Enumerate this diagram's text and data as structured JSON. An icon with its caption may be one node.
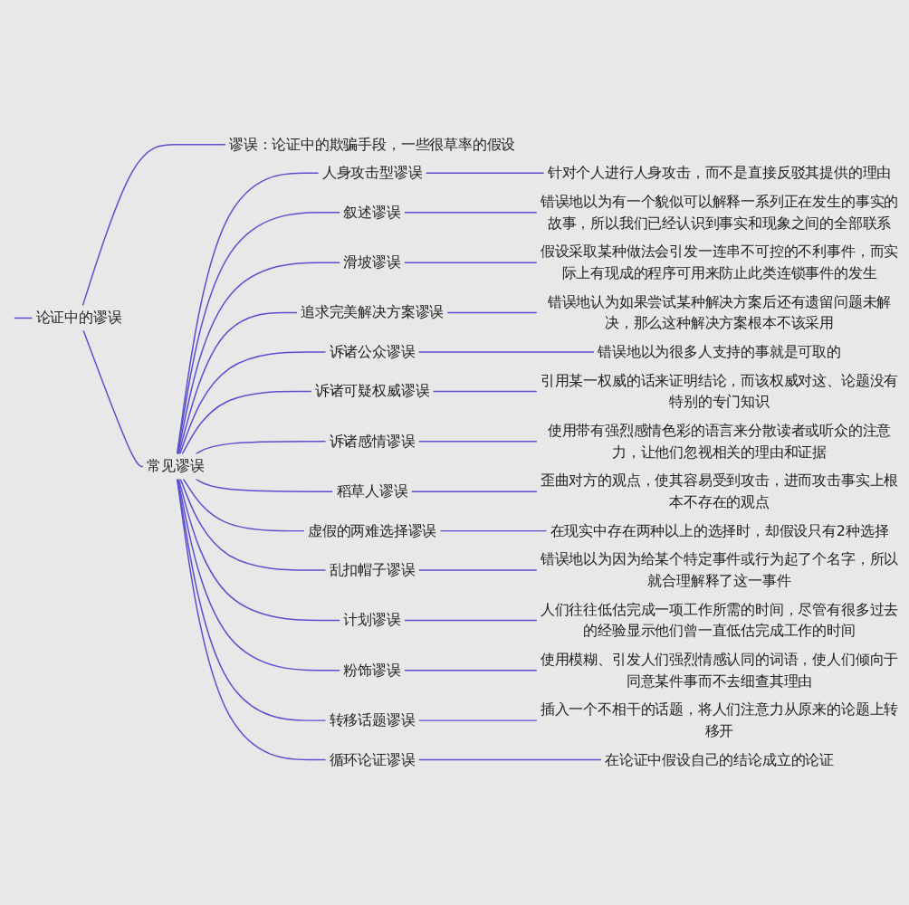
{
  "diagram": {
    "nodes": [
      {
        "text": [
          "论证中的谬误"
        ]
      },
      {
        "text": [
          "谬误：论证中的欺骗手段，一些很草率的假设"
        ]
      },
      {
        "text": [
          "常见谬误"
        ]
      },
      {
        "text": [
          "人身攻击型谬误"
        ]
      },
      {
        "text": [
          "针对个人进行人身攻击，而不是直接反驳其提供的理由"
        ]
      },
      {
        "text": [
          "叙述谬误"
        ]
      },
      {
        "text": [
          "错误地以为有一个貌似可以解释一系列正在发生的事实的故事，所以我们已经认识到事实和现象之间的全部联系"
        ]
      },
      {
        "text": [
          "滑坡谬误"
        ]
      },
      {
        "text": [
          "假设采取某种做法会引发一连串不可控的不利事件，而实际上有现成的程序可用来防止此类连锁事件的发生"
        ]
      },
      {
        "text": [
          "追求完美解决方案谬误"
        ]
      },
      {
        "text": [
          "错误地认为如果尝试某种解决方案后还有遗留问题未解决，那么这种解决方案根本不该采用"
        ]
      },
      {
        "text": [
          "诉诸公众谬误"
        ]
      },
      {
        "text": [
          "错误地以为很多人支持的事就是可取的"
        ]
      },
      {
        "text": [
          "诉诸可疑权威谬误"
        ]
      },
      {
        "text": [
          "引用某一权威的话来证明结论，而该权威对这、论题没有特别的专门知识"
        ]
      },
      {
        "text": [
          "诉诸感情谬误"
        ]
      },
      {
        "text": [
          "使用带有强烈感情色彩的语言来分散读者或听众的注意力，让他们忽视相关的理由和证据"
        ]
      },
      {
        "text": [
          "稻草人谬误"
        ]
      },
      {
        "text": [
          "歪曲对方的观点，使其容易受到攻击，进而攻击事实上根本不存在的观点"
        ]
      },
      {
        "text": [
          "虚假的两难选择谬误"
        ]
      },
      {
        "text": [
          "在现实中存在两种以上的选择时，却假设只有2种选择"
        ]
      },
      {
        "text": [
          "乱扣帽子谬误"
        ]
      },
      {
        "text": [
          "错误地以为因为给某个特定事件或行为起了个名字，所以就合理解释了这一事件"
        ]
      },
      {
        "text": [
          "计划谬误"
        ]
      },
      {
        "text": [
          "人们往往低估完成一项工作所需的时间，尽管有很多过去的经验显示他们曾一直低估完成工作的时间"
        ]
      },
      {
        "text": [
          "粉饰谬误"
        ]
      },
      {
        "text": [
          "使用模糊、引发人们强烈情感认同的词语，使人们倾向于同意某件事而不去细查其理由"
        ]
      },
      {
        "text": [
          "转移话题谬误"
        ]
      },
      {
        "text": [
          "插入一个不相干的话题，将人们注意力从原来的论题上转移开"
        ]
      },
      {
        "text": [
          "循环论证谬误"
        ]
      },
      {
        "text": [
          "在论证中假设自己的结论成立的论证"
        ]
      }
    ],
    "edges": [
      {
        "from": null,
        "to": 0,
        "arrow": "none"
      },
      {
        "from": 0,
        "to": 1,
        "arrow": "none"
      },
      {
        "from": 0,
        "to": 2,
        "arrow": "none"
      },
      {
        "from": 2,
        "to": 3,
        "arrow": "none"
      },
      {
        "from": 3,
        "to": 4,
        "arrow": "none"
      },
      {
        "from": 2,
        "to": 5,
        "arrow": "none"
      },
      {
        "from": 5,
        "to": 6,
        "arrow": "none"
      },
      {
        "from": 2,
        "to": 7,
        "arrow": "none"
      },
      {
        "from": 7,
        "to": 8,
        "arrow": "none"
      },
      {
        "from": 2,
        "to": 9,
        "arrow": "none"
      },
      {
        "from": 9,
        "to": 10,
        "arrow": "none"
      },
      {
        "from": 2,
        "to": 11,
        "arrow": "none"
      },
      {
        "from": 11,
        "to": 12,
        "arrow": "none"
      },
      {
        "from": 2,
        "to": 13,
        "arrow": "none"
      },
      {
        "from": 13,
        "to": 14,
        "arrow": "none"
      },
      {
        "from": 2,
        "to": 15,
        "arrow": "none"
      },
      {
        "from": 15,
        "to": 16,
        "arrow": "none"
      },
      {
        "from": 2,
        "to": 17,
        "arrow": "none"
      },
      {
        "from": 17,
        "to": 18,
        "arrow": "none"
      },
      {
        "from": 2,
        "to": 19,
        "arrow": "none"
      },
      {
        "from": 19,
        "to": 20,
        "arrow": "none"
      },
      {
        "from": 2,
        "to": 21,
        "arrow": "none"
      },
      {
        "from": 21,
        "to": 22,
        "arrow": "none"
      },
      {
        "from": 2,
        "to": 23,
        "arrow": "none"
      },
      {
        "from": 23,
        "to": 24,
        "arrow": "none"
      },
      {
        "from": 2,
        "to": 25,
        "arrow": "none"
      },
      {
        "from": 25,
        "to": 26,
        "arrow": "none"
      },
      {
        "from": 2,
        "to": 27,
        "arrow": "none"
      },
      {
        "from": 27,
        "to": 28,
        "arrow": "none"
      },
      {
        "from": 2,
        "to": 29,
        "arrow": "none"
      },
      {
        "from": 29,
        "to": 30,
        "arrow": "none"
      }
    ]
  }
}
